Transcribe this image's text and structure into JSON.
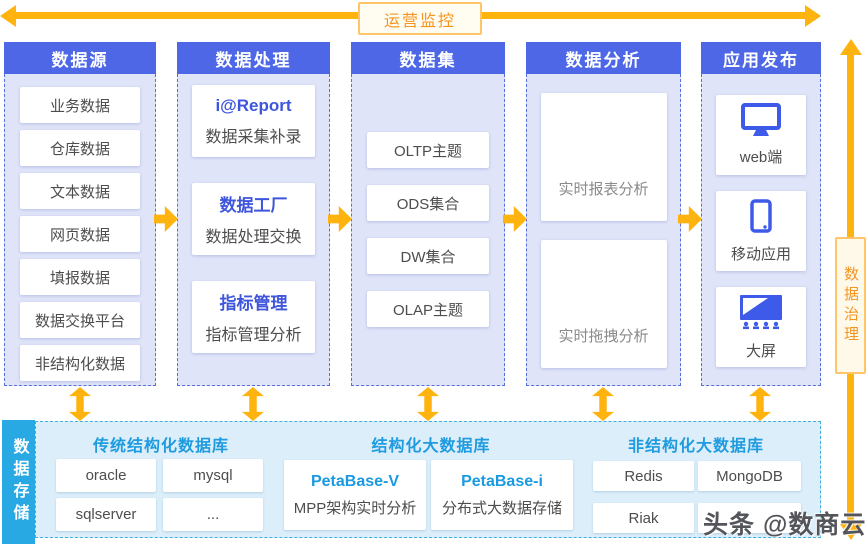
{
  "colors": {
    "arrow_orange": "#FFB30F",
    "header_blue": "#4D67E6",
    "column_bg": "#E0E4F8",
    "column_dash_border": "#5570DC",
    "icon_blue": "#3D5AE8",
    "module_name_blue": "#3F56DC",
    "storage_strip_blue": "#29A9E4",
    "storage_bg": "#DCEEFA",
    "storage_dash_border": "#41AFE0",
    "storage_title_blue": "#1F9BDF",
    "petabase_blue": "#1A9AE0",
    "orange_label_text": "#F5941F",
    "orange_label_border": "#FFC568"
  },
  "top_bar": {
    "label": "运营监控"
  },
  "right_bar": {
    "label": "数据治理"
  },
  "columns": [
    {
      "title": "数据源",
      "items": [
        "业务数据",
        "仓库数据",
        "文本数据",
        "网页数据",
        "填报数据",
        "数据交换平台",
        "非结构化数据"
      ]
    },
    {
      "title": "数据处理",
      "modules": [
        {
          "name": "i@Report",
          "desc": "数据采集补录"
        },
        {
          "name": "数据工厂",
          "desc": "数据处理交换"
        },
        {
          "name": "指标管理",
          "desc": "指标管理分析"
        }
      ]
    },
    {
      "title": "数据集",
      "items": [
        "OLTP主题",
        "ODS集合",
        "DW集合",
        "OLAP主题"
      ]
    },
    {
      "title": "数据分析",
      "panels": [
        "实时报表分析",
        "实时拖拽分析"
      ]
    },
    {
      "title": "应用发布",
      "apps": [
        {
          "icon": "monitor-icon",
          "label": "web端"
        },
        {
          "icon": "phone-icon",
          "label": "移动应用"
        },
        {
          "icon": "bigscreen-icon",
          "label": "大屏"
        }
      ]
    }
  ],
  "storage": {
    "label": "数据存储",
    "groups": [
      {
        "title": "传统结构化数据库",
        "items": [
          "oracle",
          "mysql",
          "sqlserver",
          "..."
        ]
      },
      {
        "title": "结构化大数据库",
        "products": [
          {
            "name": "PetaBase-V",
            "desc": "MPP架构实时分析"
          },
          {
            "name": "PetaBase-i",
            "desc": "分布式大数据存储"
          }
        ]
      },
      {
        "title": "非结构化大数据库",
        "items": [
          "Redis",
          "MongoDB",
          "Riak",
          ""
        ]
      }
    ]
  },
  "watermark": "头条 @数商云"
}
